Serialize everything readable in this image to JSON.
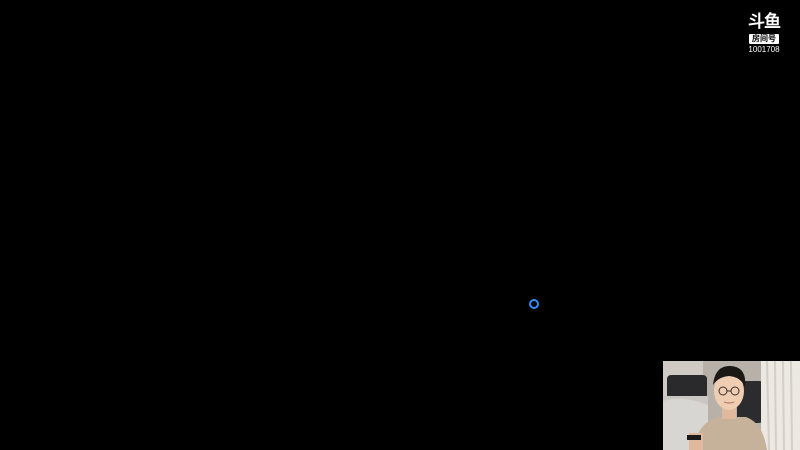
{
  "watermark": {
    "platform_logo": "斗鱼",
    "room_label": "房间号",
    "room_id": "1001708"
  },
  "player": {
    "state": "loading",
    "spinner_color": "#2f8fff",
    "background_color": "#000000"
  },
  "webcam": {
    "icon": "webcam-feed"
  }
}
